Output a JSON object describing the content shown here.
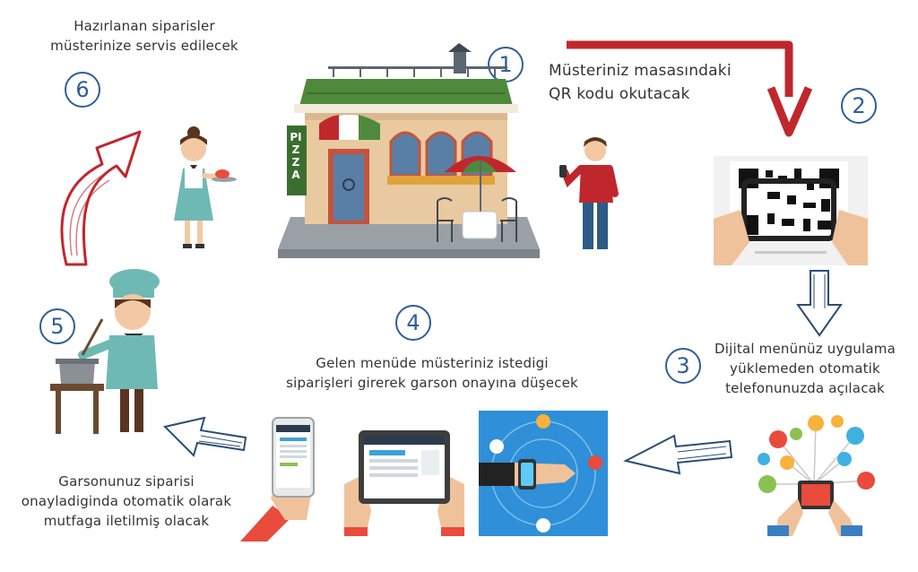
{
  "steps": [
    {
      "number": "1"
    },
    {
      "number": "2",
      "text_line1": "Müsteriniz masasındaki",
      "text_line2": "QR kodu okutacak"
    },
    {
      "number": "3",
      "text_line1": "Dijital menünüz uygulama",
      "text_line2": "yüklemeden otomatik",
      "text_line3": "telefonunuzda açılacak"
    },
    {
      "number": "4",
      "text_line1": "Gelen menüde müsteriniz istedigi",
      "text_line2": "siparişleri girerek garson onayına düşecek"
    },
    {
      "number": "5",
      "text_line1": "Garsonunuz siparisi",
      "text_line2": "onayladiginda otomatik olarak",
      "text_line3": "mutfaga iletilmiş olacak"
    },
    {
      "number": "6",
      "text_line1": "Hazırlanan siparisler",
      "text_line2": "müsterinize servis edilecek"
    }
  ],
  "restaurant": {
    "sign": "PIZZA"
  },
  "colors": {
    "accent": "#2f5e97",
    "arrow_red": "#c0272d",
    "sky_blue": "#2f8fd8",
    "roof_green": "#4f8a3c"
  },
  "icons": [
    "restaurant-illustration",
    "customer-with-phone",
    "qr-scan-hands",
    "app-icons-cloud",
    "smartwatch",
    "tablet-in-hands",
    "phone-in-hand",
    "chef-cooking",
    "waitress-serving"
  ]
}
